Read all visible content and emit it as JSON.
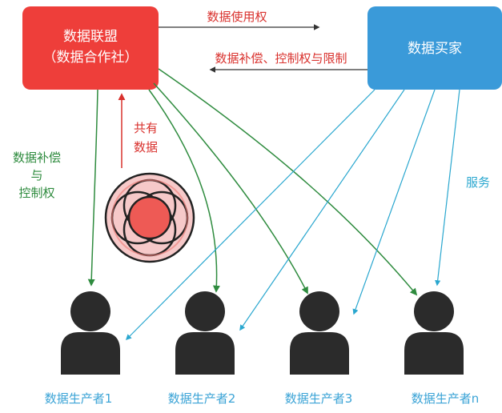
{
  "alliance": {
    "title": "数据联盟",
    "subtitle": "（数据合作社）",
    "color": "#ee3e3a"
  },
  "buyer": {
    "title": "数据买家",
    "color": "#3a9ad9"
  },
  "edges": {
    "usage_rights": "数据使用权",
    "compensation_control": "数据补偿、控制权与限制",
    "shared_data_line1": "共有",
    "shared_data_line2": "数据",
    "comp_line1": "数据补偿",
    "comp_line2": "与",
    "comp_line3": "控制权",
    "service": "服务"
  },
  "producers": [
    {
      "label": "数据生产者1"
    },
    {
      "label": "数据生产者2"
    },
    {
      "label": "数据生产者3"
    },
    {
      "label": "数据生产者n"
    }
  ],
  "colors": {
    "red_text": "#d9322e",
    "green": "#2e8b3e",
    "cyan": "#2aa7cf",
    "dark_line": "#333333",
    "person": "#2b2b2b",
    "producer_label": "#3aa3d6"
  }
}
